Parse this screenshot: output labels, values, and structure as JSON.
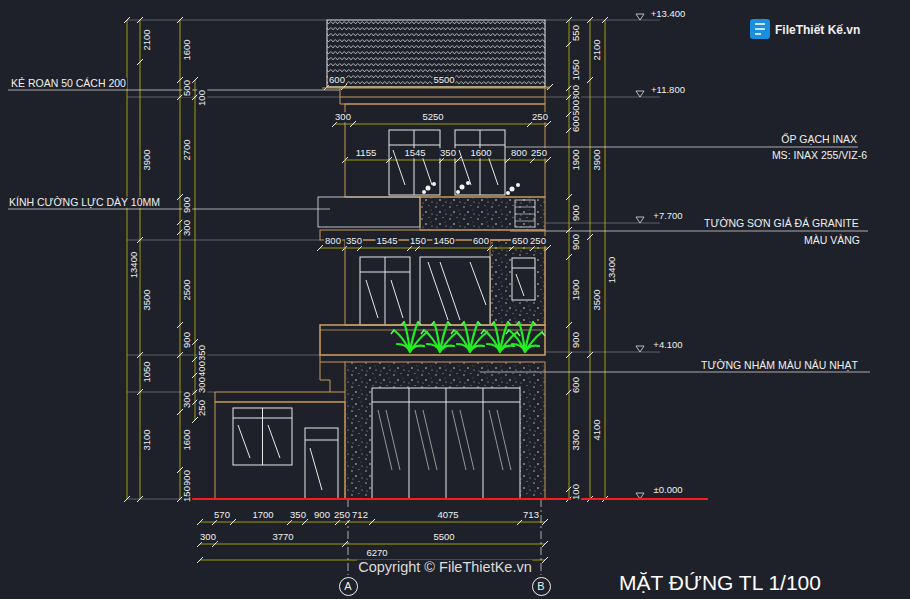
{
  "diagram": {
    "title": "MẶT ĐỨNG TL 1/100",
    "nodes": [
      {
        "text": [
          "A"
        ]
      },
      {
        "text": [
          "B"
        ]
      }
    ],
    "labels": [
      "FileThiết Kế.vn",
      "+13.400",
      "KẺ ROAN 50 CÁCH 200",
      "+11.800",
      "ỐP GẠCH INAX",
      "MS: INAX 255/VIZ-6",
      "KÍNH CƯỜNG LỰC DÀY 10MM",
      "+7.700",
      "TƯỜNG SƠN GIẢ ĐÁ GRANITE",
      "MÀU VÀNG",
      "+4.100",
      "TƯỜNG NHÁM MÀU NÂU NHẠT",
      "±0.000",
      "2100",
      "3900",
      "13400",
      "3500",
      "1050",
      "3100",
      "1600",
      "500",
      "2700",
      "900",
      "300",
      "2500",
      "900",
      "1600",
      "900",
      "150",
      "100",
      "350",
      "400",
      "300",
      "300",
      "250",
      "550",
      "1050",
      "300",
      "500",
      "600",
      "1900",
      "900",
      "900",
      "1900",
      "900",
      "600",
      "3300",
      "100",
      "2100",
      "3900",
      "13400",
      "3500",
      "4100",
      "600",
      "5500",
      "300",
      "5250",
      "250",
      "1155",
      "1545",
      "350",
      "1600",
      "800",
      "250",
      "800",
      "350",
      "1545",
      "150",
      "1450",
      "600",
      "650",
      "250",
      "570",
      "1700",
      "350",
      "900",
      "250",
      "712",
      "4075",
      "713",
      "300",
      "3770",
      "5500",
      "6270",
      "Copyright © FileThietKe.vn"
    ]
  }
}
